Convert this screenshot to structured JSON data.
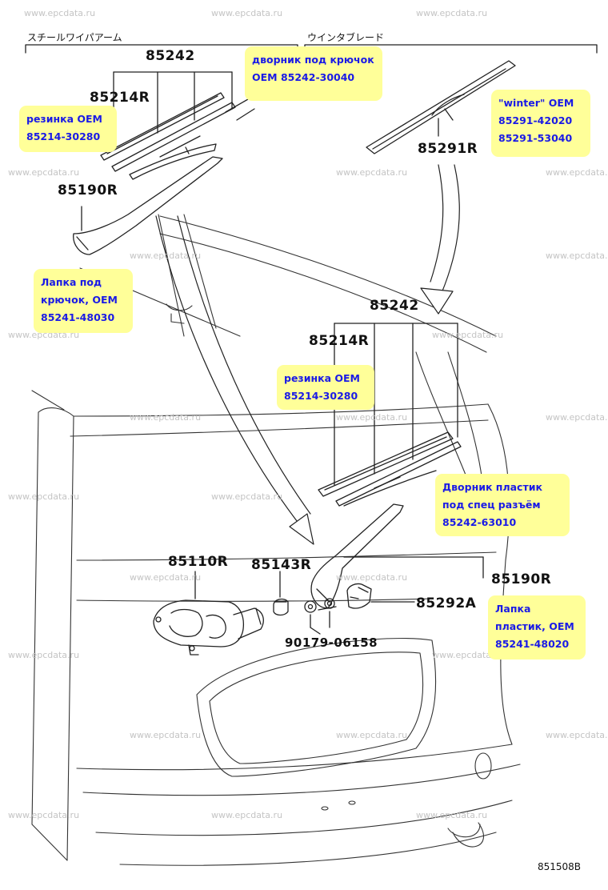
{
  "watermark": "www.epcdata.ru",
  "sections": {
    "arm_type": "スチールワイパアーム",
    "blade_type": "ウインタブレード"
  },
  "parts": {
    "blade_top_left": "85242",
    "rubber_top_left": "85214R",
    "arm_top_left": "85190R",
    "winter_blade": "85291R",
    "blade_center": "85242",
    "rubber_center": "85214R",
    "motor": "85110R",
    "gasket": "85143R",
    "arm_bottom": "85190R",
    "cap": "85292A",
    "nut": "90179-06158"
  },
  "notes": {
    "hook_wiper": [
      "дворник под крючок",
      "OEM 85242-30040"
    ],
    "rubber_left": [
      "резинка OEM",
      "85214-30280"
    ],
    "winter": [
      "\"winter\" OEM",
      "85291-42020",
      "85291-53040"
    ],
    "arm_hook": [
      "Лапка под",
      "крючок, OEM",
      "85241-48030"
    ],
    "rubber_center": [
      "резинка OEM",
      "85214-30280"
    ],
    "plastic_wiper": [
      "Дворник пластик",
      "под спец разъём",
      "85242-63010"
    ],
    "plastic_arm": [
      "Лапка",
      "пластик, OEM",
      "85241-48020"
    ]
  },
  "diagram_id": "851508B"
}
